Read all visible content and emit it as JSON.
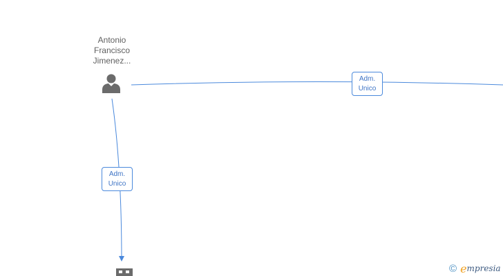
{
  "nodes": {
    "person": {
      "name_lines": [
        "Antonio",
        "Francisco",
        "Jimenez..."
      ],
      "icon": "person-icon"
    },
    "company": {
      "icon": "building-icon"
    }
  },
  "edges": [
    {
      "id": "edge-horizontal",
      "label_line1": "Adm.",
      "label_line2": "Unico"
    },
    {
      "id": "edge-vertical",
      "label_line1": "Adm.",
      "label_line2": "Unico"
    }
  ],
  "brand": {
    "copyright_symbol": "©",
    "logo_initial": "e",
    "logo_rest": "mpresia"
  },
  "colors": {
    "edge": "#4a89dc",
    "node_icon": "#6b6b6b",
    "label_text": "#3e74c5"
  }
}
